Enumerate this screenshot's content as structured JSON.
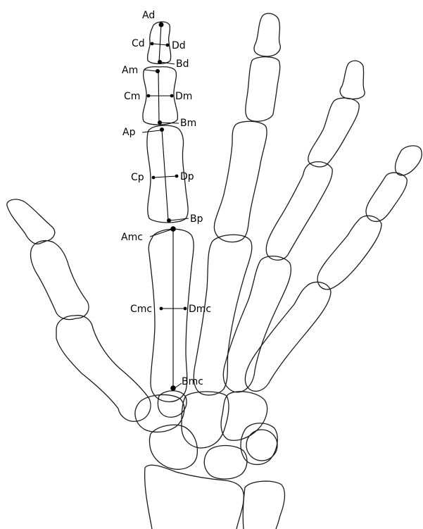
{
  "labels": {
    "Ad": "Ad",
    "Cd": "Cd",
    "Dd": "Dd",
    "Bd": "Bd",
    "Am": "Am",
    "Cm": "Cm",
    "Dm": "Dm",
    "Bm": "Bm",
    "Ap": "Ap",
    "Cp": "Cp",
    "Dp": "Dp",
    "Bp": "Bp",
    "Amc": "Amc",
    "Cmc": "Cmc",
    "Dmc": "Dmc",
    "Bmc": "Bmc"
  },
  "colors": {
    "stroke": "#1a1a1a",
    "background": "#ffffff",
    "points": "#000000"
  }
}
